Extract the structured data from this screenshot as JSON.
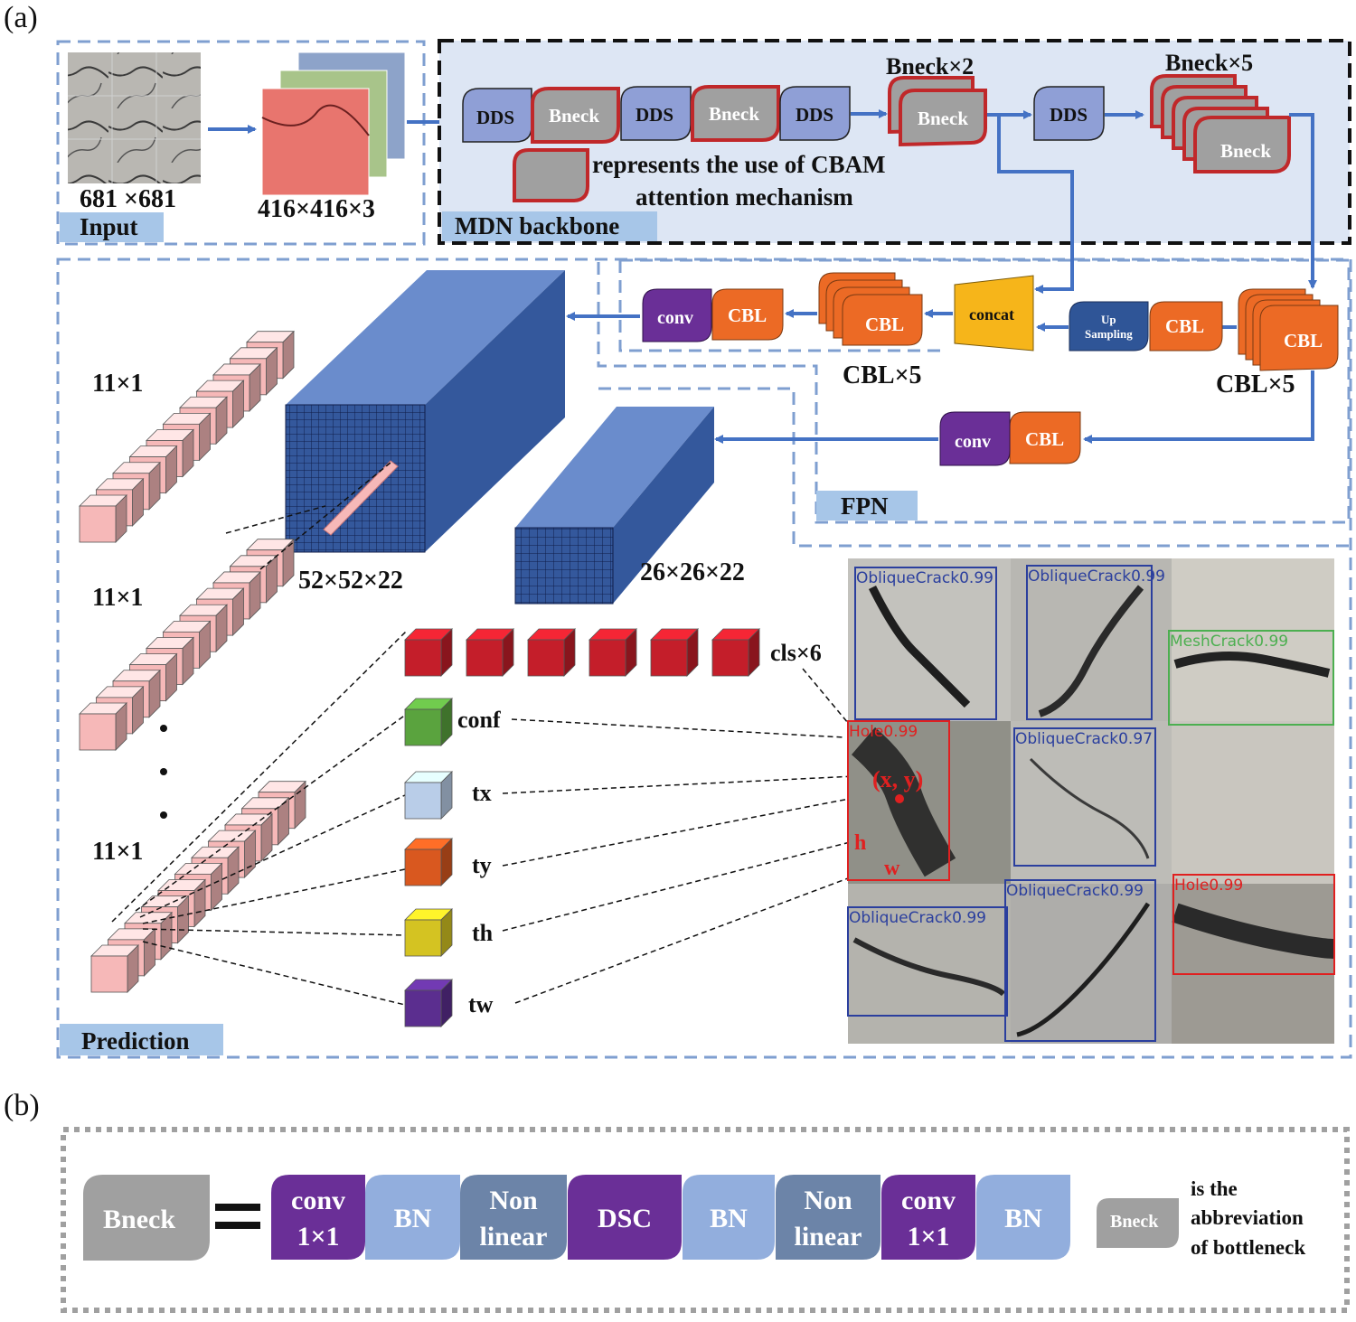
{
  "panel_a": {
    "label": "(a)",
    "input": {
      "title": "Input",
      "size_original": "681 ×681",
      "size_resized": "416×416×3"
    },
    "backbone": {
      "title": "MDN backbone",
      "dds": "DDS",
      "bneck": "Bneck",
      "bneck_x2": "Bneck×2",
      "bneck_x5": "Bneck×5",
      "cbam_note_line1": "represents the use of CBAM",
      "cbam_note_line2": "attention mechanism"
    },
    "fpn": {
      "title": "FPN",
      "conv": "conv",
      "cbl": "CBL",
      "concat": "concat",
      "upsampling_line1": "Up",
      "upsampling_line2": "Sampling",
      "cbl_x5": "CBL×5"
    },
    "prediction": {
      "title": "Prediction",
      "vector_label": "11×1",
      "cube_large": "52×52×22",
      "cube_small": "26×26×22",
      "outputs": [
        "cls×6",
        "conf",
        "tx",
        "ty",
        "th",
        "tw"
      ],
      "overlay_point": "(x, y)",
      "overlay_h": "h",
      "overlay_w": "w",
      "detections": [
        {
          "label": "ObliqueCrack0.99",
          "color": "#2b3f9e"
        },
        {
          "label": "ObliqueCrack0.99",
          "color": "#2b3f9e"
        },
        {
          "label": "MeshCrack0.99",
          "color": "#4caf50"
        },
        {
          "label": "Hole0.99",
          "color": "#e02020"
        },
        {
          "label": "ObliqueCrack0.97",
          "color": "#2b3f9e"
        },
        {
          "label": "ObliqueCrack0.99",
          "color": "#2b3f9e"
        },
        {
          "label": "ObliqueCrack0.99",
          "color": "#2b3f9e"
        },
        {
          "label": "Hole0.99",
          "color": "#e02020"
        }
      ]
    }
  },
  "panel_b": {
    "label": "(b)",
    "lhs": "Bneck",
    "equals": "=",
    "blocks": [
      {
        "line1": "conv",
        "line2": "1×1",
        "kind": "conv"
      },
      {
        "line1": "BN",
        "line2": "",
        "kind": "bn"
      },
      {
        "line1": "Non",
        "line2": "linear",
        "kind": "nl"
      },
      {
        "line1": "DSC",
        "line2": "",
        "kind": "conv"
      },
      {
        "line1": "BN",
        "line2": "",
        "kind": "bn"
      },
      {
        "line1": "Non",
        "line2": "linear",
        "kind": "nl"
      },
      {
        "line1": "conv",
        "line2": "1×1",
        "kind": "conv"
      },
      {
        "line1": "BN",
        "line2": "",
        "kind": "bn"
      }
    ],
    "legend_icon": "Bneck",
    "legend_line1": "is the",
    "legend_line2": "abbreviation",
    "legend_line3": "of bottleneck"
  },
  "colors": {
    "dds": "#8f9fd6",
    "bneck": "#a0a0a0",
    "cbam_border": "#c0282a",
    "cbl": "#ec6a25",
    "conv": "#6a2f97",
    "concat": "#f6b51a",
    "upsampling": "#2f5597",
    "cube": "#34589c",
    "vector": "#f6b8b8",
    "cls": "#c41e2a",
    "conf": "#5aa33e",
    "tx": "#b9cde8",
    "ty": "#d9581f",
    "th": "#d4c322",
    "tw": "#5b2e8f",
    "bn": "#92aedd",
    "nonlinear": "#6c84a8",
    "arrow": "#4472c4",
    "dash": "#7f9fd0"
  }
}
